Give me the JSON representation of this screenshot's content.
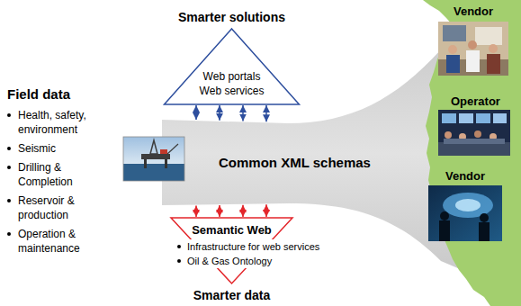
{
  "diagram": {
    "nodes": [
      {
        "text": [
          "Smarter solutions",
          "Web portals",
          "Web services"
        ]
      },
      {
        "text": [
          "Common XML schemas"
        ]
      },
      {
        "text": [
          "Semantic Web",
          "Infrastructure for web services",
          "Oil & Gas Ontology",
          "Smarter data"
        ]
      }
    ],
    "edges": [
      {
        "from": 1,
        "to": 0,
        "arrow": "both"
      },
      {
        "from": 1,
        "to": 0,
        "arrow": "both"
      },
      {
        "from": 1,
        "to": 0,
        "arrow": "both"
      },
      {
        "from": 1,
        "to": 0,
        "arrow": "both"
      },
      {
        "from": 1,
        "to": 2,
        "arrow": "both"
      },
      {
        "from": 1,
        "to": 2,
        "arrow": "both"
      },
      {
        "from": 1,
        "to": 2,
        "arrow": "both"
      },
      {
        "from": 1,
        "to": 2,
        "arrow": "both"
      }
    ],
    "labels": [
      "Field data",
      "Health, safety, environment",
      "Seismic",
      "Drilling & Completion",
      "Reservoir & production",
      "Operation & maintenance",
      "Vendor",
      "Operator",
      "Vendor"
    ]
  }
}
